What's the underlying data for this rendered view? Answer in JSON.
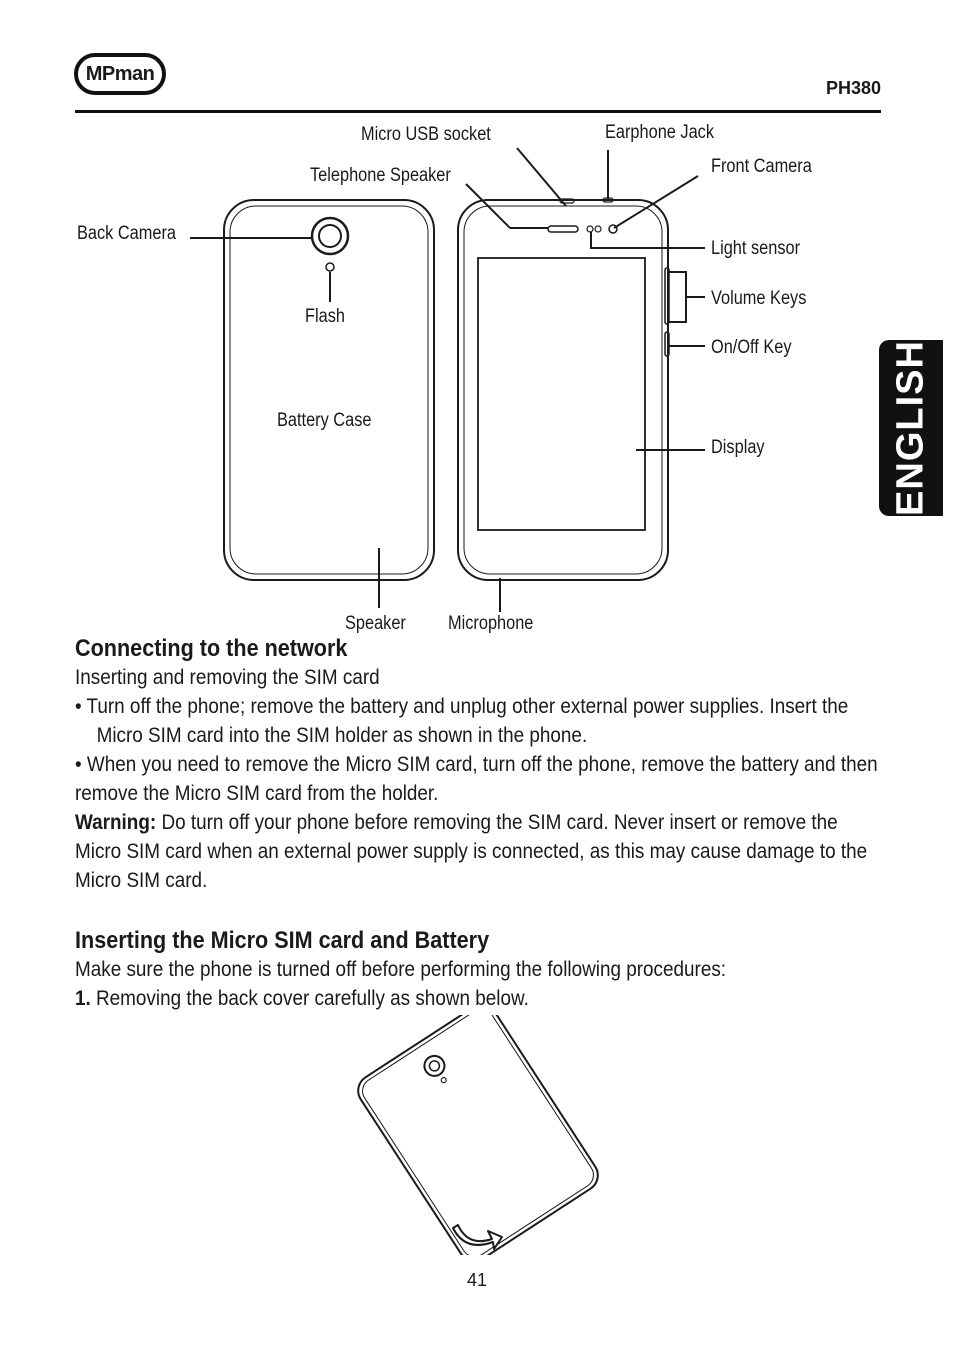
{
  "header": {
    "logo": "MPman",
    "model": "PH380"
  },
  "side_tab": "ENGLISH",
  "diagram": {
    "labels": {
      "micro_usb": "Micro USB socket",
      "earphone_jack": "Earphone Jack",
      "front_camera": "Front Camera",
      "telephone_speaker": "Telephone Speaker",
      "back_camera": "Back Camera",
      "light_sensor": "Light sensor",
      "volume_keys": "Volume Keys",
      "on_off_key": "On/Off Key",
      "flash": "Flash",
      "battery_case": "Battery Case",
      "display": "Display",
      "speaker": "Speaker",
      "microphone": "Microphone"
    }
  },
  "section1": {
    "heading": "Connecting to the network",
    "subheading": "Inserting and removing the SIM card",
    "bullet1": "•  Turn off the phone; remove the battery and unplug other external power supplies. Insert the Micro SIM card into the SIM holder as shown in the phone.",
    "bullet2": "•  When you need to remove the Micro SIM card, turn off the phone, remove the battery and then remove the Micro SIM card from the holder.",
    "warning_label": "Warning:",
    "warning_text": " Do turn off your phone before removing the SIM card. Never insert or remove the Micro SIM card when an external power supply is connected, as this may cause damage to the Micro SIM card."
  },
  "section2": {
    "heading": "Inserting the Micro SIM card and Battery",
    "intro": "Make sure the phone is turned off before performing the following procedures:",
    "step1_num": "1.",
    "step1_text": " Removing the back cover carefully as shown below."
  },
  "page_number": "41"
}
